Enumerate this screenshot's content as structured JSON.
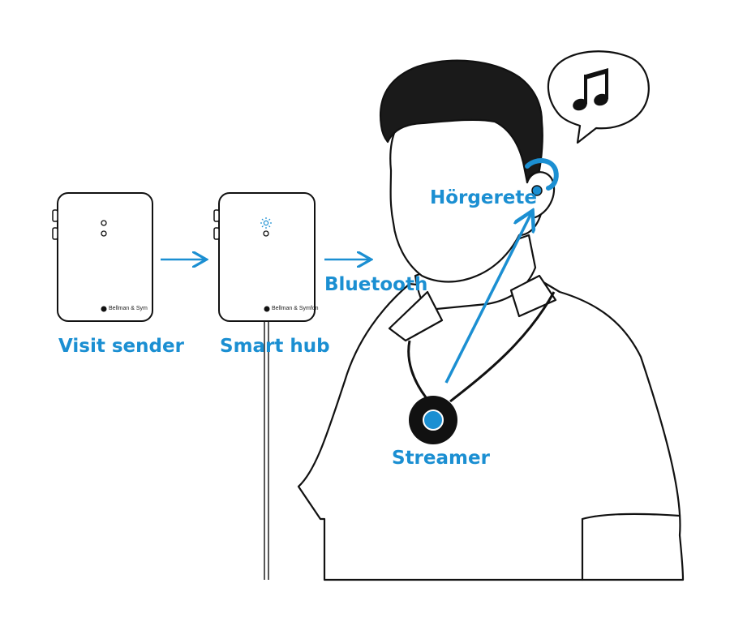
{
  "devices": {
    "visit_sender": {
      "label": "Visit sender",
      "brand": "Bellman & Sym"
    },
    "smart_hub": {
      "label": "Smart hub",
      "brand": "Bellman & Symfon"
    }
  },
  "connection": {
    "label": "Bluetooth"
  },
  "person": {
    "hearing_aid_label": "Hörgerete",
    "streamer_label": "Streamer"
  },
  "speech_bubble": {
    "icon": "music-note-icon"
  },
  "colors": {
    "accent": "#1b8fd2",
    "line": "#111111",
    "hair": "#1a1a1a"
  }
}
